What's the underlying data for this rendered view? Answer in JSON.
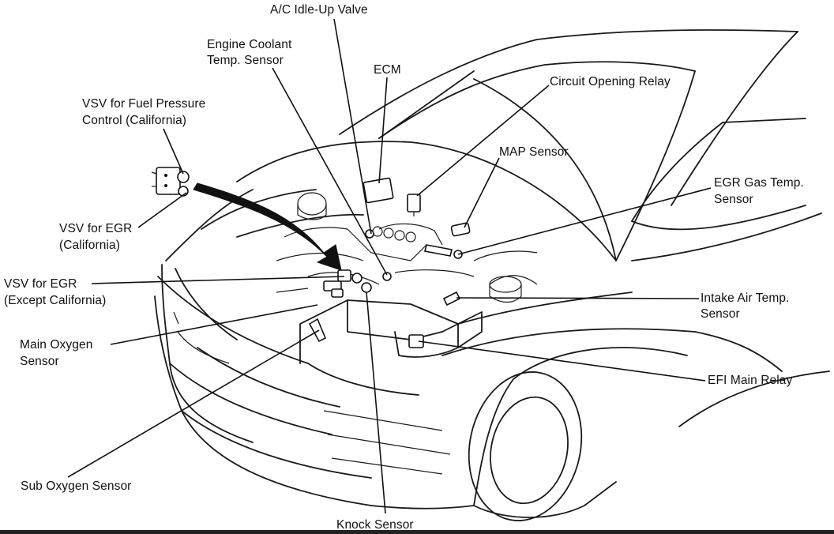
{
  "labels": {
    "ac_idle_up_valve": "A/C Idle-Up Valve",
    "engine_coolant_1": "Engine Coolant",
    "engine_coolant_2": "Temp. Sensor",
    "ecm": "ECM",
    "circuit_opening_relay": "Circuit Opening Relay",
    "vsv_fuel_pressure_1": "VSV for Fuel Pressure",
    "vsv_fuel_pressure_2": "Control (California)",
    "map_sensor": "MAP Sensor",
    "egr_gas_temp_1": "EGR Gas Temp.",
    "egr_gas_temp_2": "Sensor",
    "vsv_egr_cal_1": "VSV for EGR",
    "vsv_egr_cal_2": "(California)",
    "vsv_egr_except_1": "VSV for EGR",
    "vsv_egr_except_2": "(Except California)",
    "intake_air_temp_1": "Intake Air Temp.",
    "intake_air_temp_2": "Sensor",
    "main_oxygen_1": "Main Oxygen",
    "main_oxygen_2": "Sensor",
    "efi_main_relay": "EFI Main Relay",
    "sub_oxygen_sensor": "Sub Oxygen Sensor",
    "knock_sensor": "Knock Sensor"
  },
  "colors": {
    "ink": "#111111",
    "paper": "#ffffff"
  }
}
